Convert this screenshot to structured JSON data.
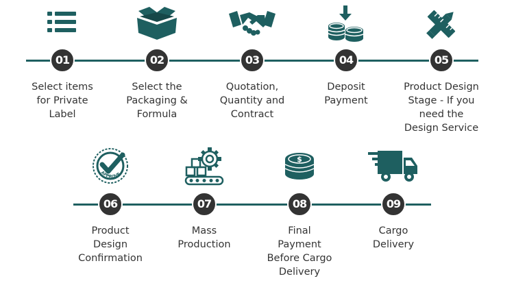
{
  "colors": {
    "teal": "#1e5f60",
    "badge": "#333333",
    "text": "#333333"
  },
  "steps": [
    {
      "number": "01",
      "label": "Select items\nfor Private\nLabel",
      "icon": "list-icon"
    },
    {
      "number": "02",
      "label": "Select the\nPackaging &\nFormula",
      "icon": "open-box-icon"
    },
    {
      "number": "03",
      "label": "Quotation,\nQuantity and\nContract",
      "icon": "handshake-icon"
    },
    {
      "number": "04",
      "label": "Deposit\nPayment",
      "icon": "coin-deposit-icon"
    },
    {
      "number": "05",
      "label": "Product Design\nStage - If you\nneed the\nDesign Service",
      "icon": "design-tools-icon"
    },
    {
      "number": "06",
      "label": "Product\nDesign\nConfirmation",
      "icon": "approved-stamp-icon"
    },
    {
      "number": "07",
      "label": "Mass\nProduction",
      "icon": "production-gear-icon"
    },
    {
      "number": "08",
      "label": "Final\nPayment\nBefore Cargo\nDelivery",
      "icon": "dollar-coins-icon"
    },
    {
      "number": "09",
      "label": "Cargo\nDelivery",
      "icon": "delivery-truck-icon"
    }
  ],
  "stamp_text": "APPROVED"
}
